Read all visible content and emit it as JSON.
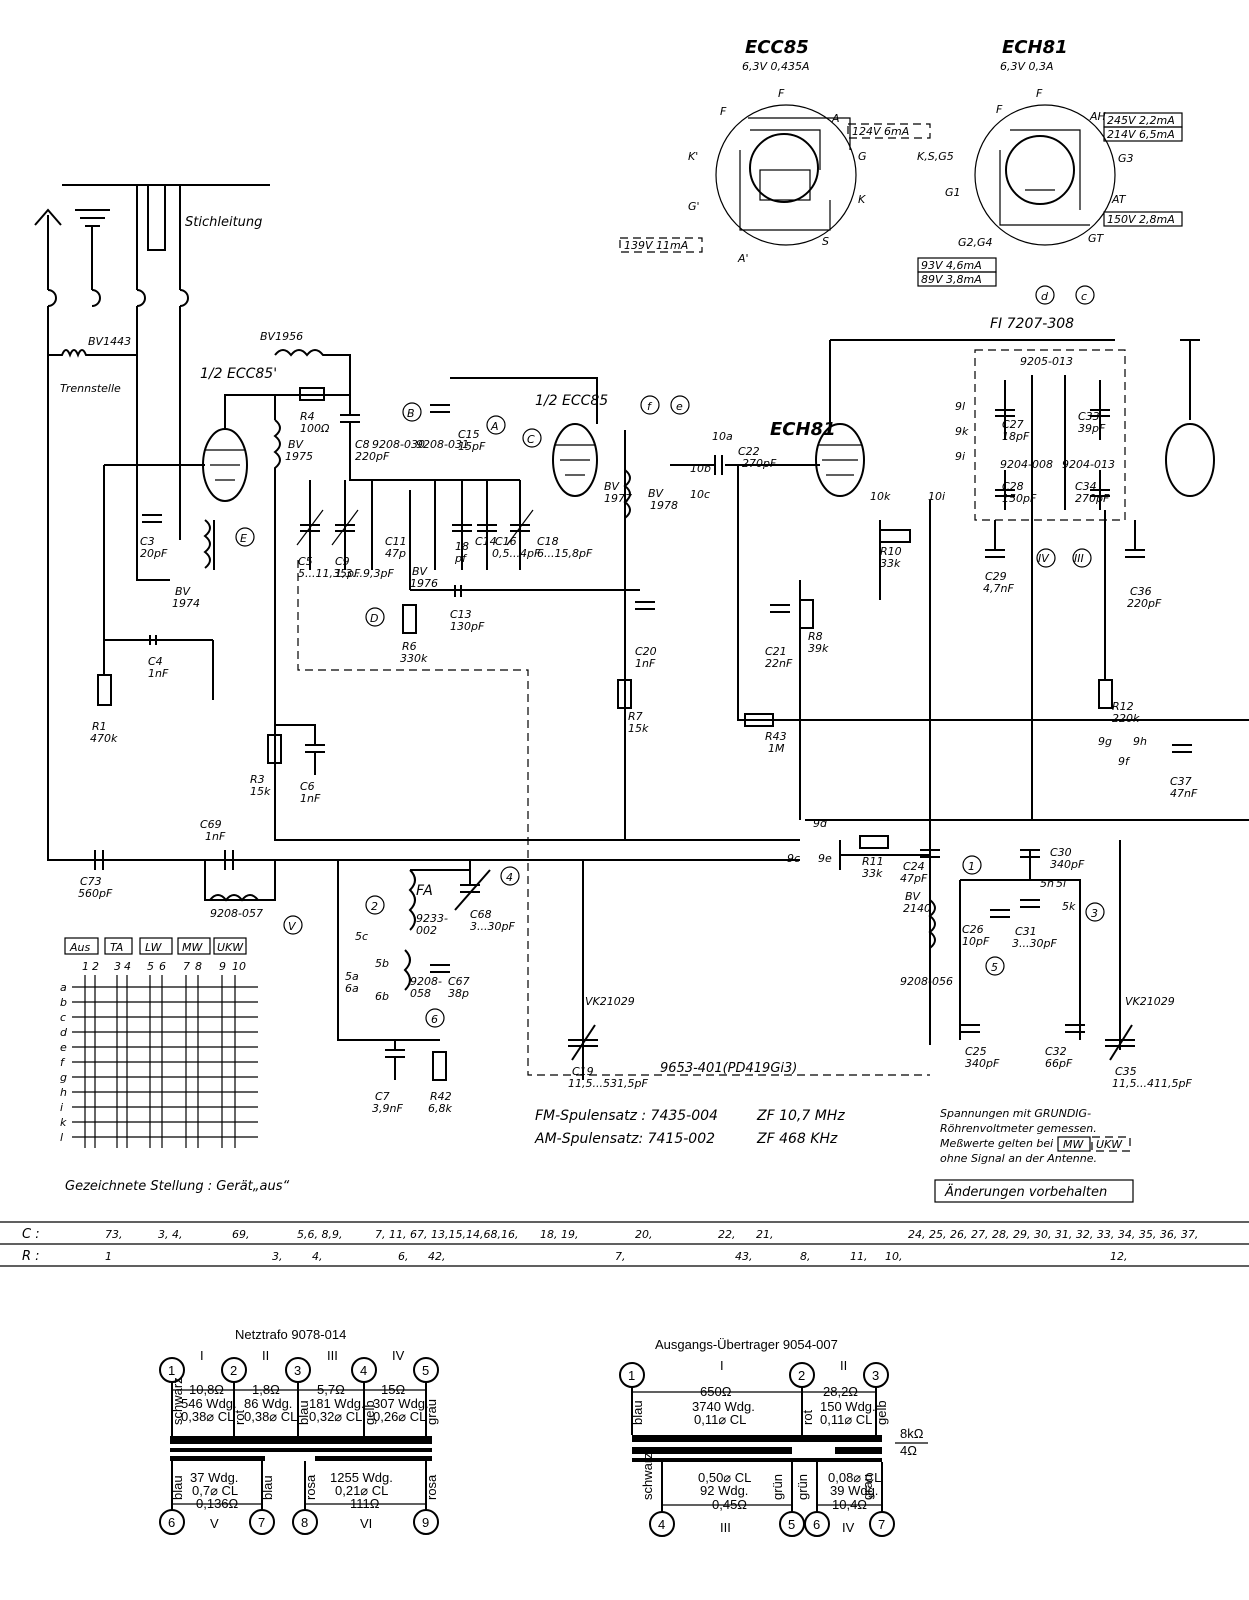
{
  "tubes": {
    "ecc85": {
      "name": "ECC85",
      "spec": "6,3V 0,435A",
      "pins": [
        "F",
        "F",
        "A",
        "G",
        "K",
        "S",
        "A'",
        "G'",
        "K'"
      ],
      "meas_a": "124V 6mA",
      "meas_a2": "139V 11mA"
    },
    "ech81": {
      "name": "ECH81",
      "spec": "6,3V 0,3A",
      "pins": [
        "F",
        "F",
        "AH",
        "G3",
        "AT",
        "GT",
        "G2,G4",
        "G1",
        "K,S,G5"
      ],
      "meas_ah1": "245V 2,2mA",
      "meas_ah2": "214V 6,5mA",
      "meas_at": "150V 2,8mA",
      "meas_g24a": "93V 4,6mA",
      "meas_g24b": "89V 3,8mA"
    }
  },
  "schematic": {
    "stichleitung": "Stichleitung",
    "trennstelle": "Trennstelle",
    "half_ecc85_1": "1/2 ECC85'",
    "half_ecc85_2": "1/2 ECC85",
    "ech81_label": "ECH81",
    "fi_label": "FI 7207-308",
    "fa_label": "FA",
    "parts": [
      "BV1443",
      "BV1956",
      "R4",
      "100Ω",
      "C8",
      "220pF",
      "BV",
      "1975",
      "C3",
      "20pF",
      "BV",
      "1974",
      "C4",
      "1nF",
      "R1",
      "470k",
      "R3",
      "15k",
      "C6",
      "1nF",
      "9208-030",
      "9208-031",
      "C15",
      "15pF",
      "C5",
      "5...11,35pF",
      "C9",
      "1,3...9,3pF",
      "C11",
      "47p",
      "18",
      "pf",
      "C14",
      "C16",
      "0,5...4pF",
      "C18",
      "6...15,8pF",
      "BV",
      "1976",
      "C13",
      "130pF",
      "R6",
      "330k",
      "BV",
      "1977",
      "BV",
      "1978",
      "C20",
      "1nF",
      "R7",
      "15k",
      "C22",
      "270pF",
      "C21",
      "22nF",
      "R8",
      "39k",
      "R43",
      "1M",
      "10k",
      "R10",
      "33k",
      "10i",
      "9205-013",
      "9204-008",
      "9204-013",
      "C27",
      "18pF",
      "C33",
      "39pF",
      "C28",
      "150pF",
      "C34",
      "270pF",
      "C29",
      "4,7nF",
      "C36",
      "220pF",
      "R12",
      "220k",
      "C37",
      "47nF",
      "R11",
      "33k",
      "C24",
      "47pF",
      "BV",
      "2140",
      "C26",
      "10pF",
      "C31",
      "3...30pF",
      "C30",
      "340pF",
      "9208-056",
      "C25",
      "340pF",
      "C32",
      "66pF",
      "VK21029",
      "C35",
      "11,5...411,5pF",
      "C69",
      "1nF",
      "9208-057",
      "C73",
      "560pF",
      "9233-",
      "002",
      "C68",
      "3...30pF",
      "9208-",
      "058",
      "C67",
      "38p",
      "C7",
      "3,9nF",
      "R42",
      "6,8k",
      "VK21029",
      "C19",
      "11,5...531,5pF"
    ],
    "nodes": [
      "9l",
      "9k",
      "9i",
      "10a",
      "10b",
      "10c",
      "9d",
      "9c",
      "9e",
      "9g",
      "9h",
      "9f",
      "5h",
      "5i",
      "5k",
      "5c",
      "5b",
      "5a",
      "6a",
      "6b"
    ],
    "callouts": [
      "A",
      "B",
      "C",
      "D",
      "E",
      "f",
      "e",
      "d",
      "c",
      "IV",
      "III",
      "1",
      "2",
      "3",
      "4",
      "5",
      "6",
      "V"
    ],
    "tuner_label": "9653-401(PD419Gi3)",
    "switch_headers": [
      "Aus",
      "TA",
      "LW",
      "MW",
      "UKW"
    ],
    "switch_cols": [
      "1",
      "2",
      "3",
      "4",
      "5",
      "6",
      "7",
      "8",
      "9",
      "10"
    ],
    "switch_rows": [
      "a",
      "b",
      "c",
      "d",
      "e",
      "f",
      "g",
      "h",
      "i",
      "k",
      "l"
    ],
    "drawn_position": "Gezeichnete Stellung : Gerät„aus“"
  },
  "notes": {
    "fm": "FM-Spulensatz : 7435-004",
    "fm_zf": "ZF 10,7 MHz",
    "am": "AM-Spulensatz: 7415-002",
    "am_zf": "ZF 468 KHz",
    "meas1": "Spannungen mit GRUNDIG-",
    "meas2": "Röhrenvoltmeter gemessen.",
    "meas3a": "Meßwerte gelten bei",
    "meas3b": "MW",
    "meas3c": "UKW",
    "meas4": "ohne Signal an der Antenne.",
    "changes": "Änderungen vorbehalten"
  },
  "index": {
    "c_label": "C :",
    "r_label": "R :",
    "c_items": [
      "73,",
      "3, 4,",
      "69,",
      "5,6, 8,9,",
      "7, 11, 67, 13,15,14,68,16,",
      "18, 19,",
      "20,",
      "22,",
      "21,",
      "24, 25, 26, 27, 28, 29, 30, 31, 32, 33, 34, 35, 36, 37,"
    ],
    "r_items": [
      "1",
      "3,",
      "4,",
      "6,",
      "42,",
      "7,",
      "43,",
      "8,",
      "11,",
      "10,",
      "12,"
    ]
  },
  "netztrafo": {
    "title": "Netztrafo 9078-014",
    "groups": [
      "I",
      "II",
      "III",
      "IV"
    ],
    "top_pins": [
      "1",
      "2",
      "3",
      "4",
      "5"
    ],
    "top_res": [
      "10,8Ω",
      "1,8Ω",
      "5,7Ω",
      "15Ω"
    ],
    "top_wdg": [
      "546 Wdg.",
      "86 Wdg.",
      "181 Wdg.",
      "307 Wdg."
    ],
    "top_wire": [
      "0,38⌀ CL",
      "0,38⌀ CL",
      "0,32⌀ CL",
      "0,26⌀ CL"
    ],
    "top_colors": [
      "schwarz",
      "rot",
      "blau",
      "gelb",
      "grau"
    ],
    "bot_pins": [
      "6",
      "7",
      "8",
      "9"
    ],
    "bot_wdg": [
      "37 Wdg.",
      "1255 Wdg."
    ],
    "bot_wire": [
      "0,7⌀ CL",
      "0,21⌀ CL"
    ],
    "bot_res": [
      "0,136Ω",
      "111Ω"
    ],
    "bot_colors": [
      "blau",
      "blau",
      "rosa",
      "rosa"
    ],
    "bot_groups": [
      "V",
      "VI"
    ]
  },
  "ausgang": {
    "title": "Ausgangs-Übertrager 9054-007",
    "groups": [
      "I",
      "II"
    ],
    "top_pins": [
      "1",
      "2",
      "3"
    ],
    "top_res": [
      "650Ω",
      "28,2Ω"
    ],
    "top_wdg": [
      "3740 Wdg.",
      "150 Wdg."
    ],
    "top_wire": [
      "0,11⌀ CL",
      "0,11⌀ CL"
    ],
    "top_colors": [
      "blau",
      "rot",
      "gelb"
    ],
    "imp1": "8kΩ",
    "imp2": "4Ω",
    "bot_pins": [
      "4",
      "5",
      "6",
      "7"
    ],
    "bot_wire": [
      "0,50⌀ CL",
      "0,08⌀ CL"
    ],
    "bot_wdg": [
      "92 Wdg.",
      "39 Wdg."
    ],
    "bot_res": [
      "0,45Ω",
      "10,4Ω"
    ],
    "bot_colors": [
      "schwarz",
      "grün",
      "grün",
      "grau"
    ],
    "bot_groups": [
      "III",
      "IV"
    ]
  }
}
